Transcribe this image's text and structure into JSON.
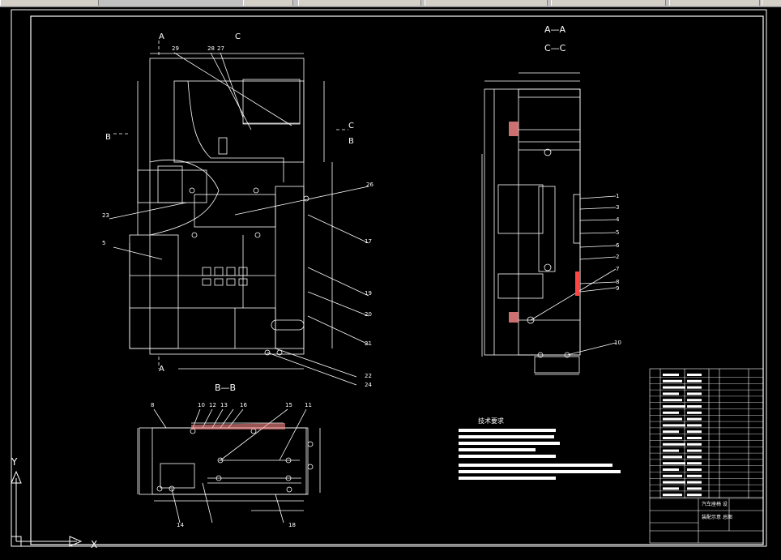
{
  "toolbar": {
    "segments": 7
  },
  "drawing": {
    "section_labels": {
      "a_a": "A—A",
      "c_c": "C—C",
      "b_b": "B—B"
    },
    "view_markers": {
      "a": "A",
      "b": "B",
      "c": "C"
    },
    "tech_title": "技术要求",
    "ucs": {
      "y": "Y",
      "x": "X"
    },
    "callouts_main": [
      "29",
      "28",
      "27",
      "26",
      "23",
      "17",
      "5",
      "19",
      "20",
      "21",
      "22",
      "24"
    ],
    "callouts_side": [
      "1",
      "3",
      "4",
      "5",
      "6",
      "2",
      "7",
      "8",
      "9",
      "10"
    ],
    "callouts_bottom": [
      "8",
      "10",
      "12",
      "13",
      "16",
      "15",
      "11",
      "14",
      "18"
    ],
    "title_block": {
      "name1": "汽车座椅 设",
      "name2": "装配示意 总图"
    }
  },
  "colors": {
    "background": "#000000",
    "line": "#ffffff",
    "accent_red": "#ff4444",
    "toolbar": "#d4d0c8"
  }
}
